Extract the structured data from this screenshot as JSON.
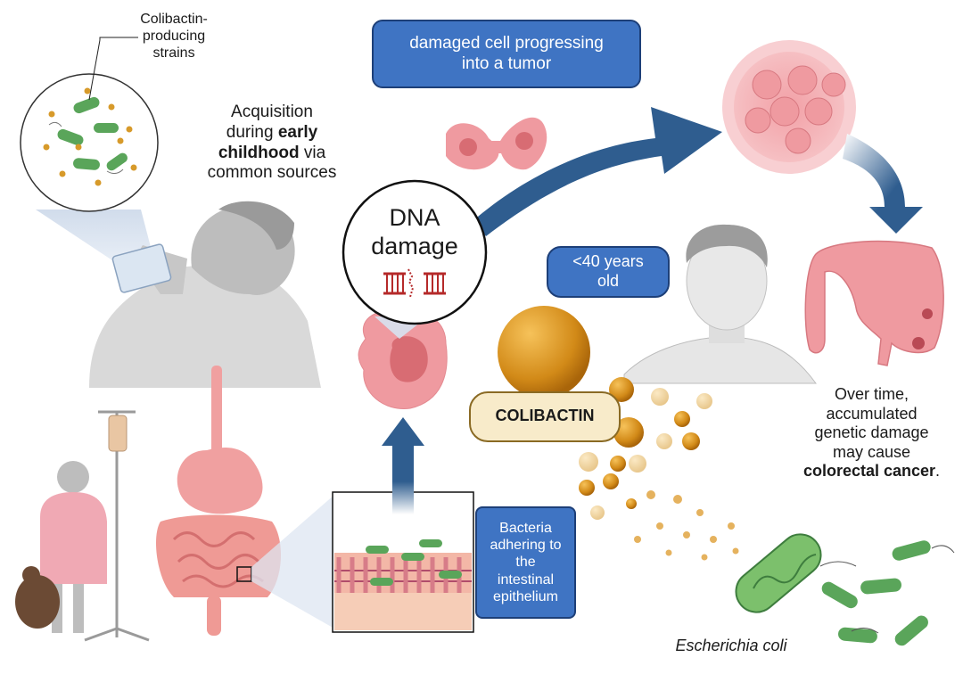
{
  "labels": {
    "strains": "Colibactin-\nproducing\nstrains",
    "acquisition_1": "Acquisition",
    "acquisition_2": "during ",
    "acquisition_early": "early",
    "acquisition_childhood": "childhood",
    "acquisition_3": " via",
    "acquisition_4": "common sources",
    "tumor_box": "damaged cell progressing\ninto a tumor",
    "dna_damage_1": "DNA",
    "dna_damage_2": "damage",
    "age_box": "<40 years\nold",
    "colibactin": "COLIBACTIN",
    "bacteria_box": "Bacteria\nadhering to\nthe\nintestinal\nepithelium",
    "overtime_1": "Over time,",
    "overtime_2": "accumulated",
    "overtime_3": "genetic damage",
    "overtime_4": "may cause",
    "overtime_cancer": "colorectal cancer",
    "overtime_dot": ".",
    "ecoli": "Escherichia coli"
  },
  "colors": {
    "box_fill": "#3f74c3",
    "box_border": "#1d3f78",
    "arrow": "#2f5d8f",
    "cell_pink": "#e98c93",
    "bacteria_green": "#5aa55a",
    "colibactin_gold": "#d28a18",
    "skin_gray": "#bdbdbd"
  }
}
